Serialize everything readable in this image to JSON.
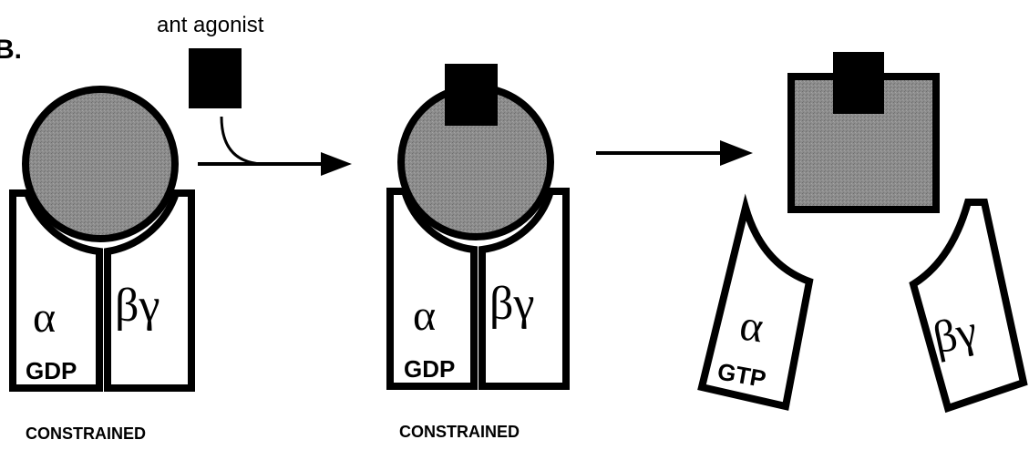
{
  "panel_label": "B.",
  "ligand_label": "ant agonist",
  "colors": {
    "receptor_fill": "#8a8a8a",
    "ligand_fill": "#000000",
    "outline": "#000000",
    "background": "#ffffff"
  },
  "states": [
    {
      "alpha_symbol": "α",
      "nucleotide": "GDP",
      "betagamma_symbol": "βγ",
      "caption": "CONSTRAINED"
    },
    {
      "alpha_symbol": "α",
      "nucleotide": "GDP",
      "betagamma_symbol": "βγ",
      "caption": "CONSTRAINED"
    },
    {
      "alpha_symbol": "α",
      "nucleotide": "GTP",
      "betagamma_symbol": "βγ",
      "caption": ""
    }
  ]
}
